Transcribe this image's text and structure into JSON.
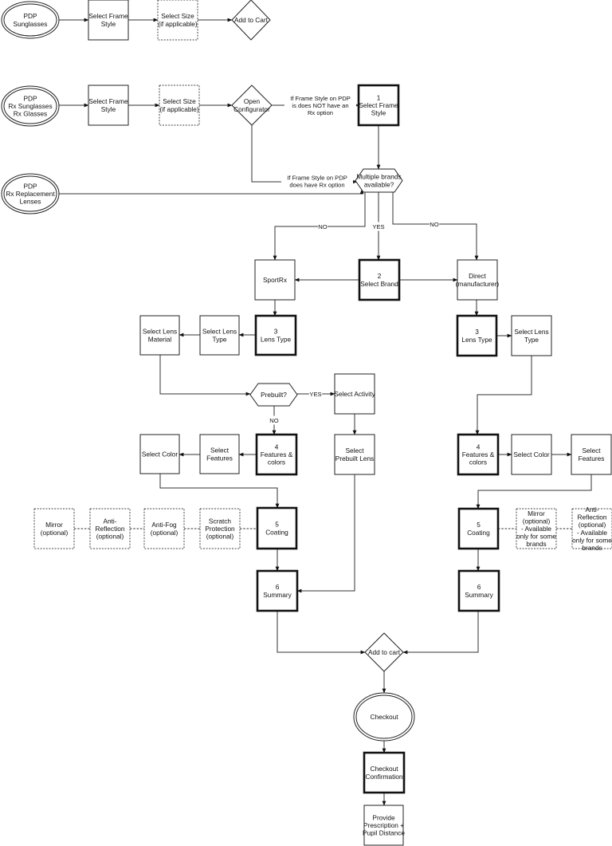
{
  "diagram": {
    "title": "Prescription eyewear purchase flow",
    "nodes": [
      {
        "id": "pdp-sun",
        "type": "terminal",
        "lines": [
          "PDP",
          "Sunglasses"
        ]
      },
      {
        "id": "sel-frame-a",
        "type": "process",
        "lines": [
          "Select Frame",
          "Style"
        ]
      },
      {
        "id": "sel-size-a",
        "type": "optional",
        "lines": [
          "Select Size",
          "(if applicable)"
        ]
      },
      {
        "id": "add-cart-a",
        "type": "decision",
        "lines": [
          "Add to Cart"
        ]
      },
      {
        "id": "pdp-rx",
        "type": "terminal",
        "lines": [
          "PDP",
          "Rx Sunglasses",
          "Rx Glasses"
        ]
      },
      {
        "id": "sel-frame-b",
        "type": "process",
        "lines": [
          "Select Frame",
          "Style"
        ]
      },
      {
        "id": "sel-size-b",
        "type": "optional",
        "lines": [
          "Select Size",
          "(if applicable)"
        ]
      },
      {
        "id": "open-config",
        "type": "decision",
        "lines": [
          "Open",
          "Configurator"
        ]
      },
      {
        "id": "step1",
        "type": "step",
        "lines": [
          "1",
          "Select Frame",
          "Style"
        ]
      },
      {
        "id": "pdp-repl",
        "type": "terminal",
        "lines": [
          "PDP",
          "Rx Replacement",
          "Lenses"
        ]
      },
      {
        "id": "multi-brands",
        "type": "hexagon",
        "lines": [
          "Multiple brands",
          "available?"
        ]
      },
      {
        "id": "sportrx",
        "type": "process",
        "lines": [
          "SportRx"
        ]
      },
      {
        "id": "step2",
        "type": "step",
        "lines": [
          "2",
          "Select Brand"
        ]
      },
      {
        "id": "direct",
        "type": "process",
        "lines": [
          "Direct",
          "(manufacturer)"
        ]
      },
      {
        "id": "sel-lens-material",
        "type": "process",
        "lines": [
          "Select Lens",
          "Material"
        ]
      },
      {
        "id": "sel-lens-type-l",
        "type": "process",
        "lines": [
          "Select Lens",
          "Type"
        ]
      },
      {
        "id": "step3-l",
        "type": "step",
        "lines": [
          "3",
          "Lens Type"
        ]
      },
      {
        "id": "step3-r",
        "type": "step",
        "lines": [
          "3",
          "Lens Type"
        ]
      },
      {
        "id": "sel-lens-type-r",
        "type": "process",
        "lines": [
          "Select Lens",
          "Type"
        ]
      },
      {
        "id": "prebuilt",
        "type": "hexagon",
        "lines": [
          "Prebuilt?"
        ]
      },
      {
        "id": "sel-activity",
        "type": "process",
        "lines": [
          "Select Activity"
        ]
      },
      {
        "id": "sel-color-l",
        "type": "process",
        "lines": [
          "Select Color"
        ]
      },
      {
        "id": "sel-features-l",
        "type": "process",
        "lines": [
          "Select",
          "Features"
        ]
      },
      {
        "id": "step4-l",
        "type": "step",
        "lines": [
          "4",
          "Features &",
          "colors"
        ]
      },
      {
        "id": "sel-prebuilt-lens",
        "type": "process",
        "lines": [
          "Select",
          "Prebuilt Lens"
        ]
      },
      {
        "id": "step4-r",
        "type": "step",
        "lines": [
          "4",
          "Features &",
          "colors"
        ]
      },
      {
        "id": "sel-color-r",
        "type": "process",
        "lines": [
          "Select Color"
        ]
      },
      {
        "id": "sel-features-r",
        "type": "process",
        "lines": [
          "Select",
          "Features"
        ]
      },
      {
        "id": "opt-mirror-l",
        "type": "optional",
        "lines": [
          "Mirror",
          "(optional)"
        ]
      },
      {
        "id": "opt-antiref-l",
        "type": "optional",
        "lines": [
          "Anti-",
          "Reflection",
          "(optional)"
        ]
      },
      {
        "id": "opt-antifog-l",
        "type": "optional",
        "lines": [
          "Anti-Fog",
          "(optional)"
        ]
      },
      {
        "id": "opt-scratch-l",
        "type": "optional",
        "lines": [
          "Scratch",
          "Protection",
          "(optional)"
        ]
      },
      {
        "id": "step5-l",
        "type": "step",
        "lines": [
          "5",
          "Coating"
        ]
      },
      {
        "id": "step5-r",
        "type": "step",
        "lines": [
          "5",
          "Coating"
        ]
      },
      {
        "id": "opt-mirror-r",
        "type": "optional",
        "lines": [
          "Mirror",
          "(optional)",
          "- Available",
          "only for some",
          "brands"
        ]
      },
      {
        "id": "opt-antiref-r",
        "type": "optional",
        "lines": [
          "Anti-",
          "Reflection",
          "(optional)",
          "- Available",
          "only for some",
          "brands"
        ]
      },
      {
        "id": "step6-l",
        "type": "step",
        "lines": [
          "6",
          "Summary"
        ]
      },
      {
        "id": "step6-r",
        "type": "step",
        "lines": [
          "6",
          "Summary"
        ]
      },
      {
        "id": "add-cart-b",
        "type": "decision",
        "lines": [
          "Add to cart"
        ]
      },
      {
        "id": "checkout",
        "type": "terminal",
        "lines": [
          "Checkout"
        ]
      },
      {
        "id": "checkout-confirm",
        "type": "step",
        "lines": [
          "Checkout",
          "Confirmation"
        ]
      },
      {
        "id": "provide-rx",
        "type": "process",
        "lines": [
          "Provide",
          "Prescription +",
          "Pupil Distance"
        ]
      }
    ],
    "edges": [
      {
        "from": "pdp-sun",
        "to": "sel-frame-a",
        "label": []
      },
      {
        "from": "sel-frame-a",
        "to": "sel-size-a",
        "label": []
      },
      {
        "from": "sel-size-a",
        "to": "add-cart-a",
        "label": []
      },
      {
        "from": "pdp-rx",
        "to": "sel-frame-b",
        "label": []
      },
      {
        "from": "sel-frame-b",
        "to": "sel-size-b",
        "label": []
      },
      {
        "from": "sel-size-b",
        "to": "open-config",
        "label": []
      },
      {
        "from": "open-config",
        "to": "step1",
        "label": [
          "If Frame Style on PDP",
          "is does NOT have an",
          "Rx option"
        ]
      },
      {
        "from": "open-config",
        "to": "multi-brands",
        "label": [
          "If Frame Style on PDP",
          "does have Rx option"
        ]
      },
      {
        "from": "pdp-repl",
        "to": "multi-brands",
        "label": []
      },
      {
        "from": "step1",
        "to": "multi-brands",
        "label": []
      },
      {
        "from": "multi-brands",
        "to": "sportrx",
        "label": [
          "NO"
        ]
      },
      {
        "from": "multi-brands",
        "to": "step2",
        "label": [
          "YES"
        ]
      },
      {
        "from": "multi-brands",
        "to": "direct",
        "label": [
          "NO"
        ]
      },
      {
        "from": "step2",
        "to": "sportrx",
        "label": []
      },
      {
        "from": "step2",
        "to": "direct",
        "label": []
      },
      {
        "from": "sportrx",
        "to": "step3-l",
        "label": []
      },
      {
        "from": "step3-l",
        "to": "sel-lens-type-l",
        "label": []
      },
      {
        "from": "sel-lens-type-l",
        "to": "sel-lens-material",
        "label": []
      },
      {
        "from": "sel-lens-material",
        "to": "prebuilt",
        "label": []
      },
      {
        "from": "prebuilt",
        "to": "sel-activity",
        "label": [
          "YES"
        ]
      },
      {
        "from": "prebuilt",
        "to": "step4-l",
        "label": [
          "NO"
        ]
      },
      {
        "from": "sel-activity",
        "to": "sel-prebuilt-lens",
        "label": []
      },
      {
        "from": "step4-l",
        "to": "sel-features-l",
        "label": []
      },
      {
        "from": "sel-features-l",
        "to": "sel-color-l",
        "label": []
      },
      {
        "from": "sel-color-l",
        "to": "step5-l",
        "label": []
      },
      {
        "from": "step5-l",
        "to": "step6-l",
        "label": []
      },
      {
        "from": "sel-prebuilt-lens",
        "to": "step6-l",
        "label": []
      },
      {
        "from": "direct",
        "to": "step3-r",
        "label": []
      },
      {
        "from": "step3-r",
        "to": "sel-lens-type-r",
        "label": []
      },
      {
        "from": "sel-lens-type-r",
        "to": "step4-r",
        "label": []
      },
      {
        "from": "step4-r",
        "to": "sel-color-r",
        "label": []
      },
      {
        "from": "sel-color-r",
        "to": "sel-features-r",
        "label": []
      },
      {
        "from": "sel-features-r",
        "to": "step5-r",
        "label": []
      },
      {
        "from": "step5-r",
        "to": "step6-r",
        "label": []
      },
      {
        "from": "step6-l",
        "to": "add-cart-b",
        "label": []
      },
      {
        "from": "step6-r",
        "to": "add-cart-b",
        "label": []
      },
      {
        "from": "add-cart-b",
        "to": "checkout",
        "label": []
      },
      {
        "from": "checkout",
        "to": "checkout-confirm",
        "label": []
      },
      {
        "from": "checkout-confirm",
        "to": "provide-rx",
        "label": []
      }
    ],
    "optional_links": [
      {
        "from": "opt-mirror-l",
        "to": "opt-antiref-l"
      },
      {
        "from": "opt-antiref-l",
        "to": "opt-antifog-l"
      },
      {
        "from": "opt-antifog-l",
        "to": "opt-scratch-l"
      },
      {
        "from": "opt-scratch-l",
        "to": "step5-l"
      },
      {
        "from": "step5-r",
        "to": "opt-mirror-r"
      },
      {
        "from": "opt-mirror-r",
        "to": "opt-antiref-r"
      }
    ]
  }
}
